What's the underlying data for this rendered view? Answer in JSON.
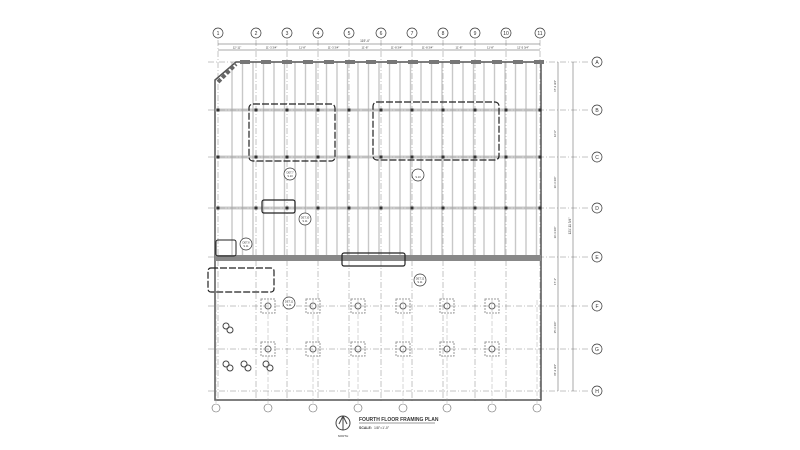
{
  "drawing": {
    "title": "FOURTH FLOOR FRAMING PLAN",
    "scale_label": "SCALE:",
    "scale_value": "1/8\"=1'-0\"",
    "north_label": "NORTH"
  },
  "grid_columns": [
    "1",
    "2",
    "3",
    "4",
    "5",
    "6",
    "7",
    "8",
    "9",
    "10",
    "11"
  ],
  "grid_rows": [
    "A",
    "B",
    "C",
    "D",
    "E",
    "F",
    "G",
    "H"
  ],
  "column_dimensions": [
    "12'-11\"",
    "11'-3 3/4\"",
    "11'-8\"",
    "11'-3 3/4\"",
    "11'-8\"",
    "11'-8 3/4\"",
    "11'-8 3/4\"",
    "11'-8\"",
    "11'-8\"",
    "12'-5 3/4\""
  ],
  "overall_dimension": "119'-4\"",
  "row_dimensions": [
    "17'-3 3/4\"",
    "16'-0\"",
    "16'-3 3/4\"",
    "16'-4 3/4\"",
    "17'-1\"",
    "15'-3 3/4\"",
    "15'-3 3/4\""
  ],
  "overall_row_dimension": "121'-11 3/4\"",
  "detail_callouts": [
    {
      "id": "DET.7",
      "sheet": "S.10"
    },
    {
      "id": "DET.10",
      "sheet": "S.11"
    },
    {
      "id": "DET.8",
      "sheet": "S.11"
    },
    {
      "id": "DET.12",
      "sheet": "S.11"
    },
    {
      "id": "DET.11",
      "sheet": "S.11"
    },
    {
      "id": "",
      "sheet": "S.10"
    }
  ],
  "colors": {
    "line": "#555555",
    "wall": "#666666",
    "beam": "#bbbbbb"
  }
}
